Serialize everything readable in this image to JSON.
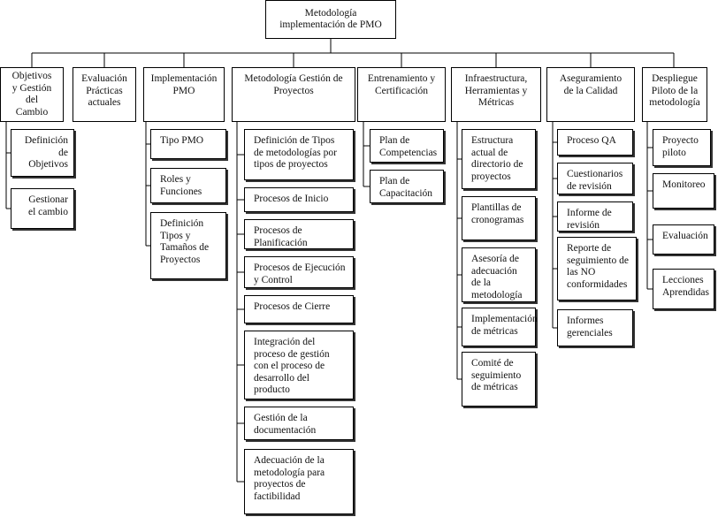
{
  "root": {
    "label": "Metodología\nimplementación de PMO"
  },
  "columns": [
    {
      "id": "objetivos",
      "label": "Objetivos\ny Gestión\ndel\nCambio",
      "children": [
        "Definición\nde\nObjetivos",
        "Gestionar\nel cambio"
      ]
    },
    {
      "id": "evaluacion",
      "label": "Evaluación\nPrácticas\nactuales",
      "children": []
    },
    {
      "id": "implementacion",
      "label": "Implementación\nPMO",
      "children": [
        "Tipo PMO",
        "Roles y\nFunciones",
        "Definición\nTipos y\nTamaños de\nProyectos"
      ]
    },
    {
      "id": "metodologia",
      "label": "Metodología Gestión de\nProyectos",
      "children": [
        "Definición de Tipos\nde metodologías por\ntipos de proyectos",
        "Procesos de Inicio",
        "Procesos de\nPlanificación",
        "Procesos de Ejecución\ny Control",
        "Procesos de Cierre",
        "Integración del\nproceso de gestión\ncon el proceso de\ndesarrollo del\nproducto",
        "Gestión de la\ndocumentación",
        "Adecuación de la\nmetodología para\nproyectos de\nfactibilidad"
      ]
    },
    {
      "id": "entrenamiento",
      "label": "Entrenamiento y\nCertificación",
      "children": [
        "Plan de\nCompetencias",
        "Plan de\nCapacitación"
      ]
    },
    {
      "id": "infraestructura",
      "label": "Infraestructura,\nHerramientas y\nMétricas",
      "children": [
        "Estructura\nactual de\ndirectorio de\nproyectos",
        "Plantillas de\ncronogramas",
        "Asesoría de\nadecuación\nde la\nmetodología",
        "Implementación\nde métricas",
        "Comité de\nseguimiento\nde métricas"
      ]
    },
    {
      "id": "aseguramiento",
      "label": "Aseguramiento\nde la Calidad",
      "children": [
        "Proceso QA",
        "Cuestionarios\nde revisión",
        "Informe de\nrevisión",
        "Reporte de\nseguimiento de\nlas NO\nconformidades",
        "Informes\ngerenciales"
      ]
    },
    {
      "id": "despliegue",
      "label": "Despliegue\nPiloto de la\nmetodología",
      "children": [
        "Proyecto\npiloto",
        "Monitoreo",
        "Evaluación",
        "Lecciones\nAprendidas"
      ]
    }
  ]
}
